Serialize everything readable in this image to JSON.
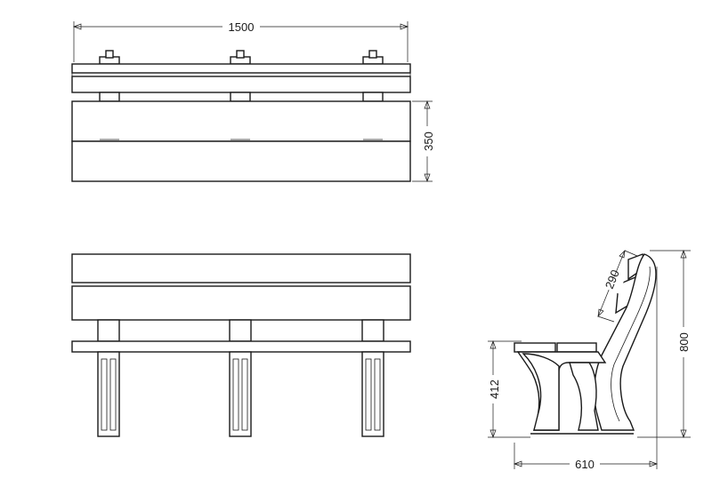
{
  "dimensions": {
    "width": "1500",
    "seat_depth": "350",
    "backrest": "290",
    "height": "800",
    "seat_height": "412",
    "depth": "610"
  }
}
